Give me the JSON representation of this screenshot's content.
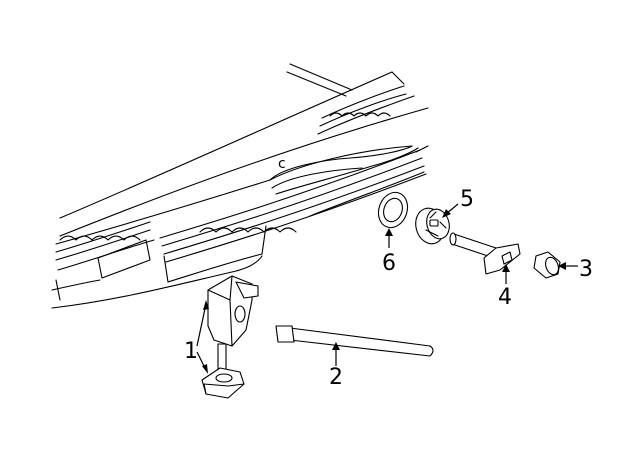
{
  "callouts": {
    "c1": "1",
    "c2": "2",
    "c3": "3",
    "c4": "4",
    "c5": "5",
    "c6": "6"
  },
  "body_mark": "c"
}
